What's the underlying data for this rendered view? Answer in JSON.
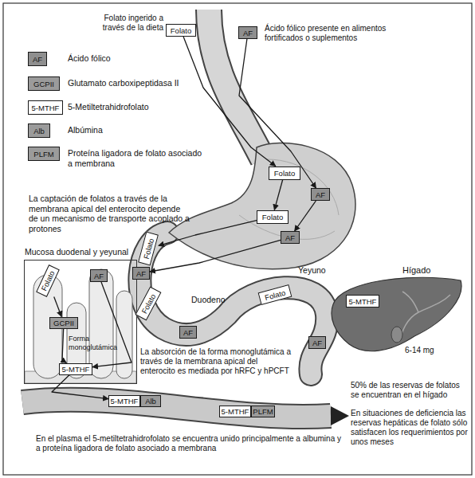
{
  "diagram": {
    "nodes": [
      {
        "text": [
          "Folato"
        ]
      },
      {
        "text": [
          "AF"
        ]
      },
      {
        "text": [
          "Folato"
        ]
      },
      {
        "text": [
          "AF"
        ]
      },
      {
        "text": [
          "Folato"
        ]
      },
      {
        "text": [
          "AF"
        ]
      },
      {
        "text": [
          "Folato"
        ]
      },
      {
        "text": [
          "AF"
        ]
      },
      {
        "text": [
          "Folato"
        ]
      },
      {
        "text": [
          "AF"
        ]
      },
      {
        "text": [
          "Folato"
        ]
      },
      {
        "text": [
          "AF"
        ]
      },
      {
        "text": [
          "Mucosa duodenal y yeyunal"
        ]
      },
      {
        "text": [
          "Folato"
        ],
        "in": 12
      },
      {
        "text": [
          "AF"
        ],
        "in": 12
      },
      {
        "text": [
          "GCPII"
        ],
        "in": 12
      },
      {
        "text": [
          "5-MTHF"
        ],
        "in": 12
      },
      {
        "text": [
          "5-MTHF"
        ]
      },
      {
        "text": [
          "Alb"
        ]
      },
      {
        "text": [
          "5-MTHF"
        ]
      },
      {
        "text": [
          "PLFM"
        ]
      },
      {
        "text": [
          "5-MTHF"
        ]
      }
    ],
    "edges": [
      {
        "from": 0,
        "to": 2,
        "arrow": "to"
      },
      {
        "from": 1,
        "to": 3,
        "arrow": "to"
      },
      {
        "from": 2,
        "to": 4,
        "arrow": "to"
      },
      {
        "from": 3,
        "to": 5,
        "arrow": "to"
      },
      {
        "from": 4,
        "to": 6,
        "arrow": "to"
      },
      {
        "from": 5,
        "to": 7,
        "arrow": "to"
      },
      {
        "from": 13,
        "to": 15,
        "arrow": "to"
      },
      {
        "from": 15,
        "to": 16,
        "arrow": "to"
      },
      {
        "from": 14,
        "to": 16,
        "arrow": "to"
      },
      {
        "from": 16,
        "to": 17,
        "arrow": "to"
      }
    ],
    "labels": [
      "Folato ingerido a través de la dieta",
      "Ácido fólico presente en alimentos fortificados o suplementos",
      "AF",
      "GCPII",
      "5-MTHF",
      "Alb",
      "PLFM",
      "La captación de folatos a través de la membrana apical del enterocito depende de un mecanismo de transporte acoplado a protones",
      "Duodeno",
      "Yeyuno",
      "Forma monoglutámica",
      "La absorción de la forma monoglutámica a través de la membrana apical del enterocito es mediada por hRFC y hPCFT",
      "Hígado",
      "6-14 mg",
      "50% de las reservas de folatos se encuentran en el hígado",
      "En situaciones de deficiencia las reservas hepáticas de folato sólo satisfacen los requerimientos por unos meses",
      "En el plasma el 5-metiltetrahidrofolato se encuentra unido principalmente a albumina y a proteína ligadora de folato asociado a membrana"
    ],
    "legend": [
      {
        "text": "Ácido fólico",
        "color": "#8f8f8f"
      },
      {
        "text": "Glutamato carboxipeptidasa II",
        "color": "#9b9b9b"
      },
      {
        "text": "5-Metiltetrahidrofolato",
        "color": "#ffffff"
      },
      {
        "text": "Albúmina",
        "color": "#9b9b9b"
      },
      {
        "text": "Proteína ligadora de folato asociado a membrana",
        "color": "#9b9b9b"
      }
    ]
  }
}
